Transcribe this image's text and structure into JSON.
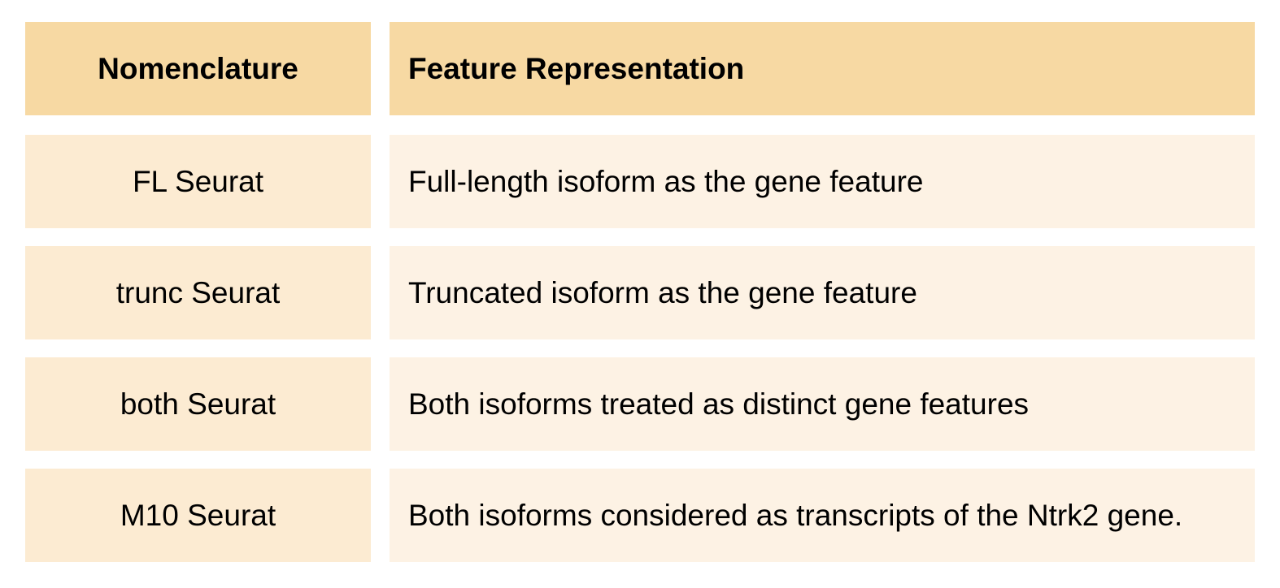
{
  "table": {
    "headers": [
      "Nomenclature",
      "Feature Representation"
    ],
    "rows": [
      [
        "FL Seurat",
        "Full-length isoform as the gene feature"
      ],
      [
        "trunc Seurat",
        "Truncated isoform as the gene feature"
      ],
      [
        "both Seurat",
        "Both isoforms treated as distinct gene features"
      ],
      [
        "M10 Seurat",
        "Both isoforms considered as transcripts of the Ntrk2 gene."
      ]
    ]
  }
}
